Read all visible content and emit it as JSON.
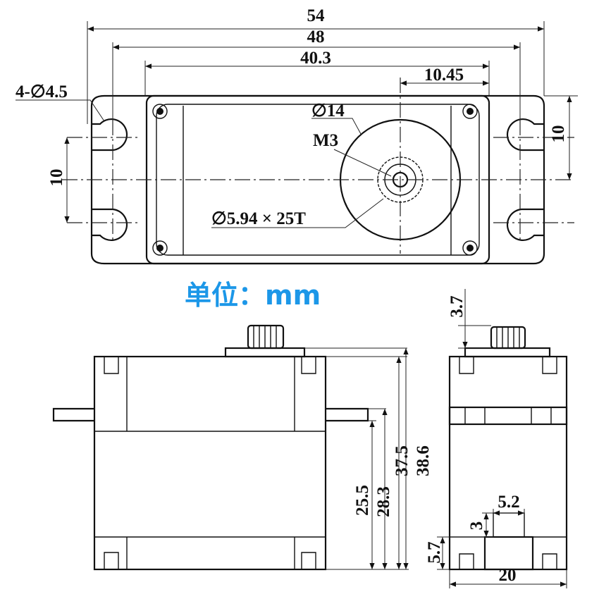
{
  "title": {
    "unit_label": "单位：mm",
    "unit_color": "#1c97e8"
  },
  "top_view": {
    "dims": {
      "overall_width": "54",
      "mounting_spacing": "48",
      "body_width": "40.3",
      "shaft_offset": "10.45",
      "mount_holes": "4-∅4.5",
      "horn_diameter": "∅14",
      "screw": "M3",
      "spline": "∅5.94 × 25T",
      "slot_height_left": "10",
      "slot_height_right": "10"
    }
  },
  "side_view": {
    "dims": {
      "tab_to_base": "25.5",
      "tab_top_to_base": "28.3",
      "body_height": "37.5",
      "total_height": "38.6"
    }
  },
  "end_view": {
    "dims": {
      "spline_height": "3.7",
      "connector_width": "5.2",
      "connector_height": "3",
      "base_offset": "5.7",
      "body_depth": "20"
    }
  },
  "colors": {
    "line": "#111111",
    "unit_text": "#1c97e8"
  }
}
